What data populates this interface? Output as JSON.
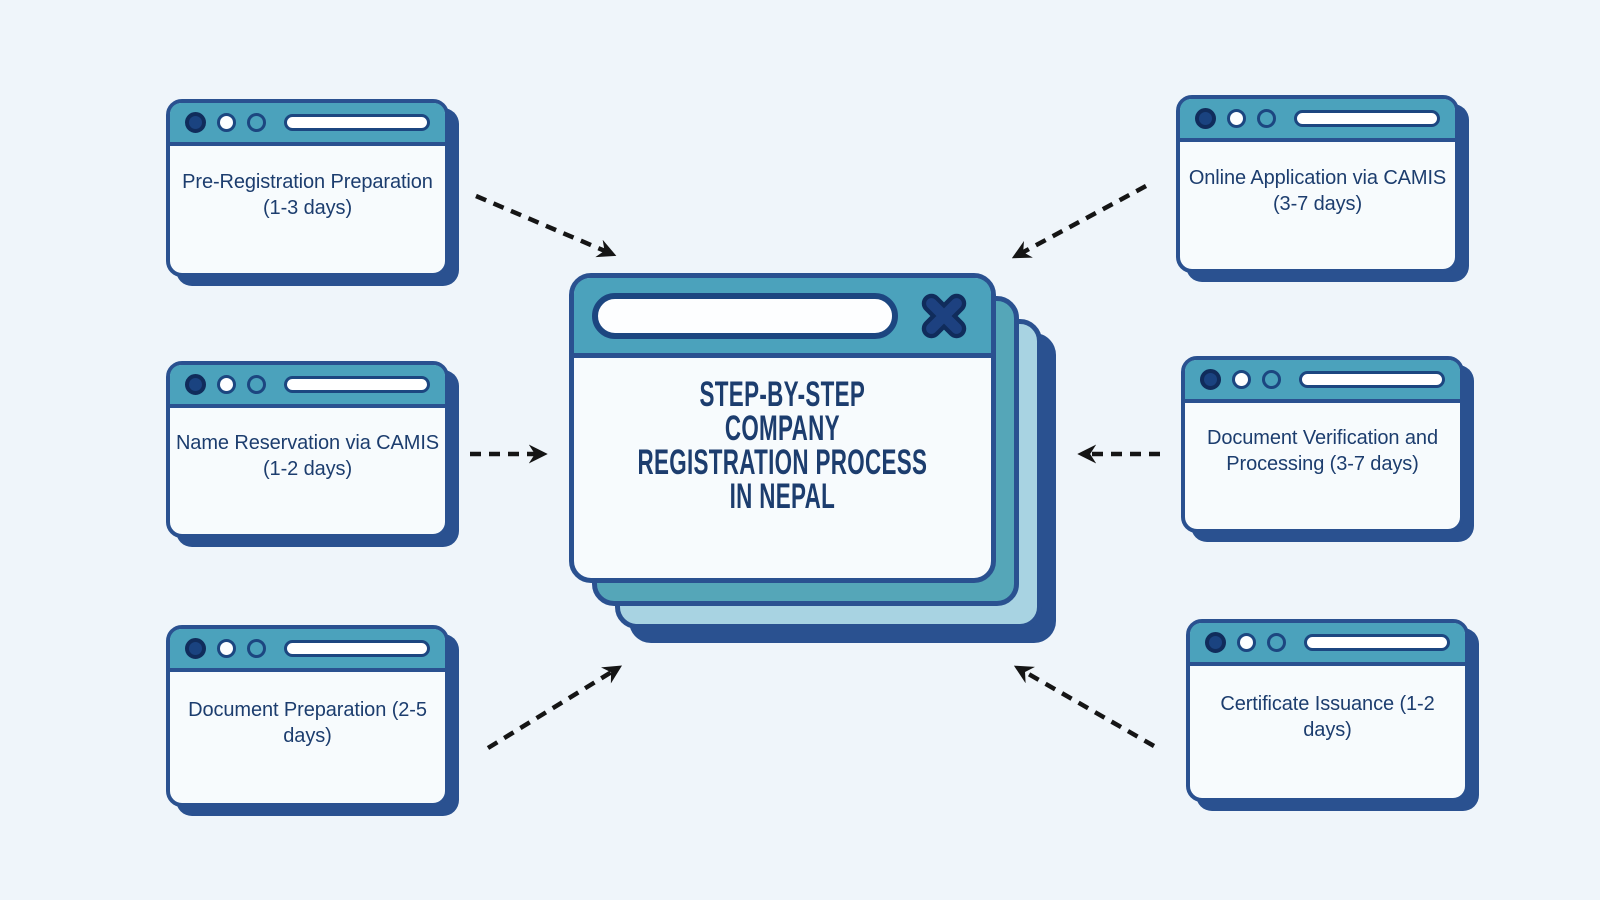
{
  "diagram_title": "STEP-BY-STEP COMPANY REGISTRATION PROCESS IN NEPAL",
  "colors": {
    "background": "#EFF5FA",
    "teal_header": "#4BA2BC",
    "mid_layer_teal": "#55A6B8",
    "back_layer_blue": "#A8D3E2",
    "navy_border": "#2A5190",
    "dark_navy": "#102C5B",
    "text_navy": "#1C3D6E",
    "window_body": "#F7FBFD",
    "arrow_black": "#151515"
  },
  "center_window": {
    "title_lines": [
      "STEP-BY-STEP",
      "COMPANY",
      "REGISTRATION PROCESS",
      "IN NEPAL"
    ],
    "close_icon": "close-x-icon",
    "address_bar": ""
  },
  "steps": [
    {
      "position": "top-left",
      "label": "Pre-Registration Preparation",
      "duration": "(1-3 days)",
      "text": "Pre-Registration Preparation (1-3 days)"
    },
    {
      "position": "middle-left",
      "label": "Name Reservation via CAMIS",
      "duration": "(1-2 days)",
      "text": "Name Reservation via CAMIS (1-2 days)"
    },
    {
      "position": "bottom-left",
      "label": "Document Preparation",
      "duration": "(2-5 days)",
      "text": "Document Preparation (2-5 days)"
    },
    {
      "position": "top-right",
      "label": "Online Application via CAMIS",
      "duration": "(3-7 days)",
      "text": "Online Application via CAMIS (3-7 days)"
    },
    {
      "position": "middle-right",
      "label": "Document Verification and Processing",
      "duration": "(3-7 days)",
      "text": "Document Verification and Processing (3-7 days)"
    },
    {
      "position": "bottom-right",
      "label": "Certificate Issuance",
      "duration": "(1-2 days)",
      "text": "Certificate Issuance (1-2 days)"
    }
  ],
  "arrows": [
    {
      "from": "Pre-Registration Preparation",
      "to": "center",
      "direction": "down-right"
    },
    {
      "from": "Name Reservation via CAMIS",
      "to": "center",
      "direction": "right"
    },
    {
      "from": "Document Preparation",
      "to": "center",
      "direction": "up-right"
    },
    {
      "from": "Online Application via CAMIS",
      "to": "center",
      "direction": "down-left"
    },
    {
      "from": "Document Verification and Processing",
      "to": "center",
      "direction": "left"
    },
    {
      "from": "Certificate Issuance",
      "to": "center",
      "direction": "up-left"
    }
  ]
}
